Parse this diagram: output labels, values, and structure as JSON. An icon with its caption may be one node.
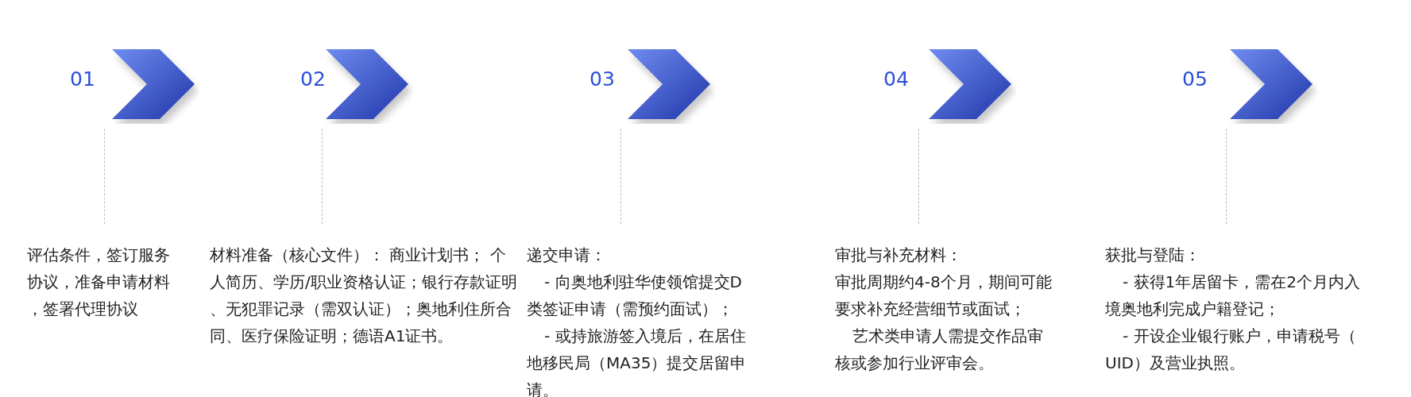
{
  "diagram": {
    "nodes": [
      {
        "text": [
          "评估条件，签订服务协议，准备申请材料，签署代理协议"
        ]
      },
      {
        "text": [
          "材料准备（核心文件）： 商业计划书； 个人简历、学历/职业资格认证；银行存款证明、无犯罪记录（需双认证）；奥地利住所合同、医疗保险证明；德语A1证书。"
        ]
      },
      {
        "text": [
          "递交申请：",
          "- 向奥地利驻华使领馆提交D类签证申请（需预约面试）；",
          "- 或持旅游签入境后，在居住地移民局（MA35）提交居留申请。"
        ]
      },
      {
        "text": [
          "审批与补充材料：",
          "审批周期约4-8个月，期间可能要求补充经营细节或面试；",
          "艺术类申请人需提交作品审核或参加行业评审会。"
        ]
      },
      {
        "text": [
          "获批与登陆：",
          "- 获得1年居留卡，需在2个月内入境奥地利完成户籍登记；",
          "- 开设企业银行账户，申请税号（UID）及营业执照。"
        ]
      }
    ],
    "labels": [
      "01",
      "02",
      "03",
      "04",
      "05"
    ],
    "edges": []
  }
}
